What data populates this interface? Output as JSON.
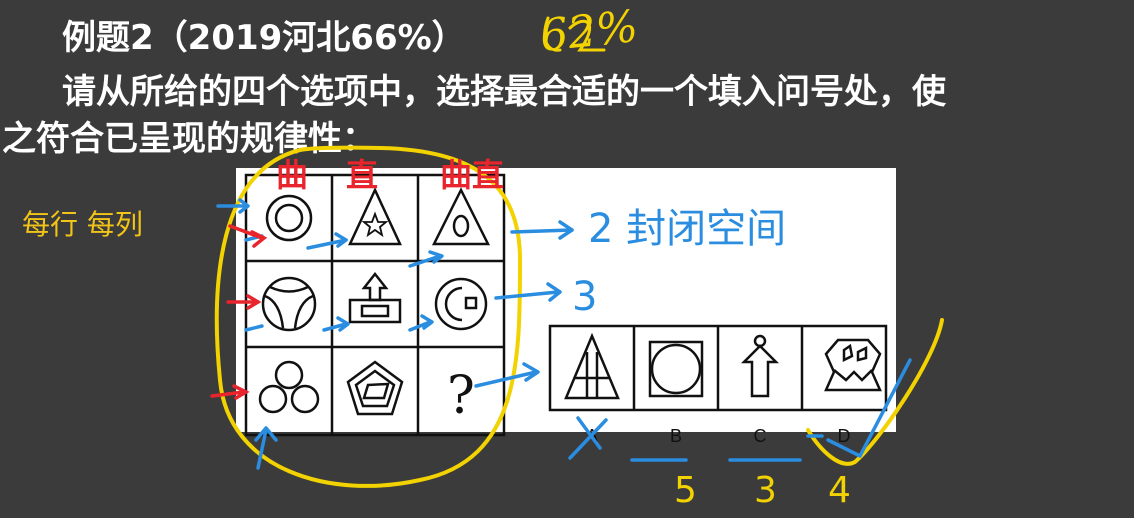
{
  "header": {
    "title": "例题2（2019河北66%）",
    "handwritten_rate": "62%"
  },
  "question": {
    "line1": "请从所给的四个选项中，选择最合适的一个填入问号处，使",
    "line2": "之符合已呈现的规律性："
  },
  "annotations": {
    "side_label": "每行 每列",
    "row1_note": "2 封闭空间",
    "row2_note": "3",
    "column_marks": [
      "曲",
      "直",
      "曲直"
    ],
    "counts": [
      "5",
      "3",
      "4"
    ],
    "question_mark": "?"
  },
  "options": [
    {
      "label": "A",
      "icon": "triangle-with-inner-lines-icon"
    },
    {
      "label": "B",
      "icon": "circle-in-square-icon"
    },
    {
      "label": "C",
      "icon": "arrow-house-icon"
    },
    {
      "label": "D",
      "icon": "hexagon-with-shapes-icon"
    }
  ],
  "colors": {
    "background": "#3b3b3b",
    "text": "#ffffff",
    "yellow_ink": "#f2d200",
    "blue_ink": "#2a8de0",
    "red_ink": "#e8242c"
  }
}
